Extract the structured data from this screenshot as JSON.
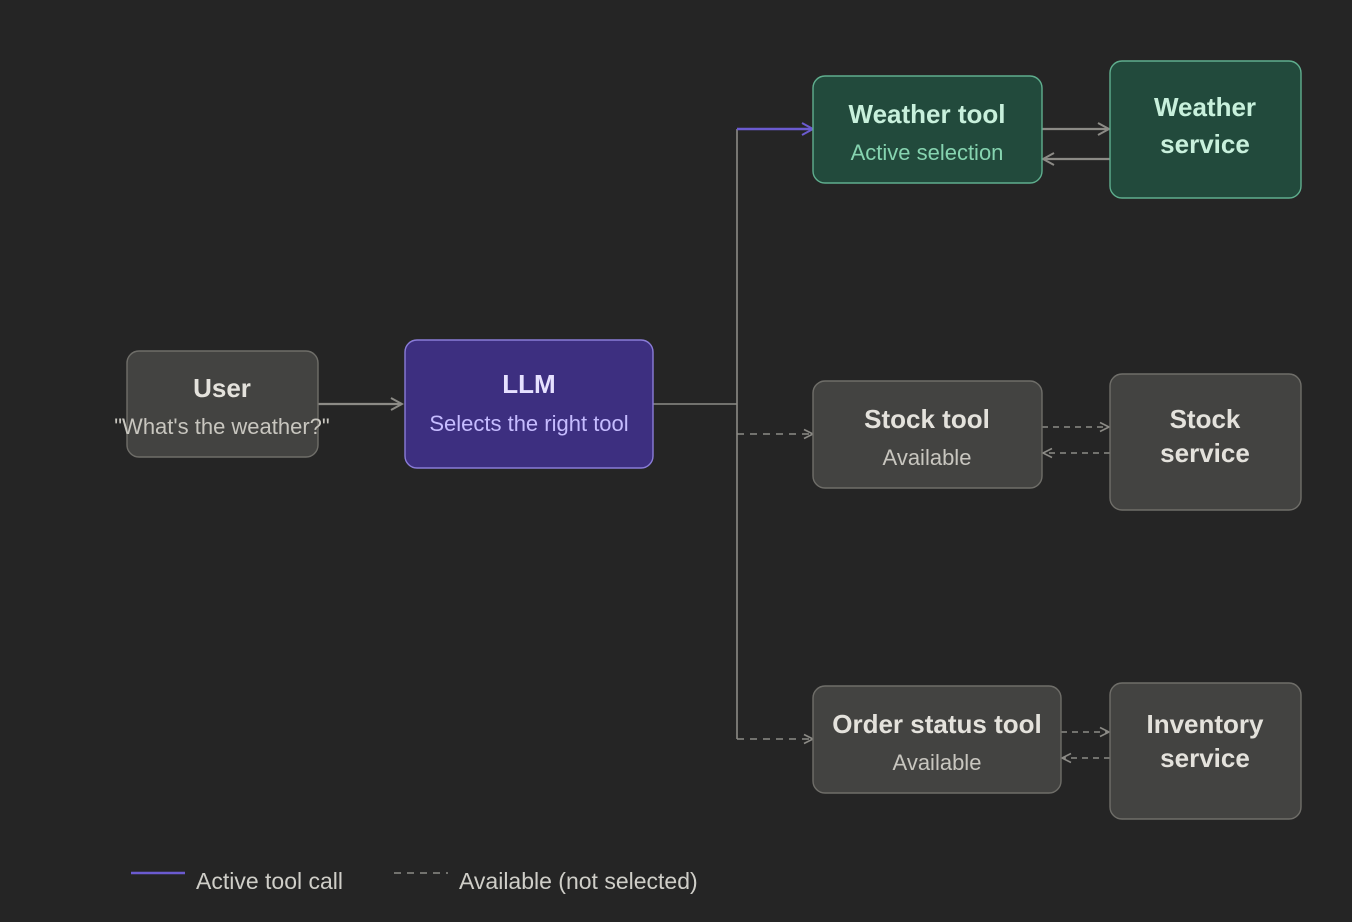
{
  "colors": {
    "background": "#252525",
    "node_fill": "#434341",
    "node_stroke": "#6f6e69",
    "node_title": "#e4e2dc",
    "node_sub": "#c8c6bf",
    "llm_fill": "#3d2f80",
    "llm_stroke": "#8a7cd8",
    "llm_title": "#e6e1ff",
    "llm_sub": "#c6bcff",
    "green_fill": "#224a3c",
    "green_stroke": "#5fae8e",
    "green_title": "#c8f0dc",
    "green_sub": "#86d4b0",
    "active_line": "#6b5bd0",
    "line": "#8c8b86",
    "dashed_line": "#8c8b86"
  },
  "nodes": {
    "user": {
      "title": "User",
      "subtitle": "\"What's the weather?\""
    },
    "llm": {
      "title": "LLM",
      "subtitle": "Selects the right tool"
    },
    "weather_tool": {
      "title": "Weather tool",
      "subtitle": "Active selection"
    },
    "weather_service": {
      "title_line1": "Weather",
      "title_line2": "service"
    },
    "stock_tool": {
      "title": "Stock tool",
      "subtitle": "Available"
    },
    "stock_service": {
      "title_line1": "Stock",
      "title_line2": "service"
    },
    "order_tool": {
      "title": "Order status tool",
      "subtitle": "Available"
    },
    "inventory_service": {
      "title_line1": "Inventory",
      "title_line2": "service"
    }
  },
  "legend": {
    "active": "Active tool call",
    "available": "Available (not selected)"
  }
}
